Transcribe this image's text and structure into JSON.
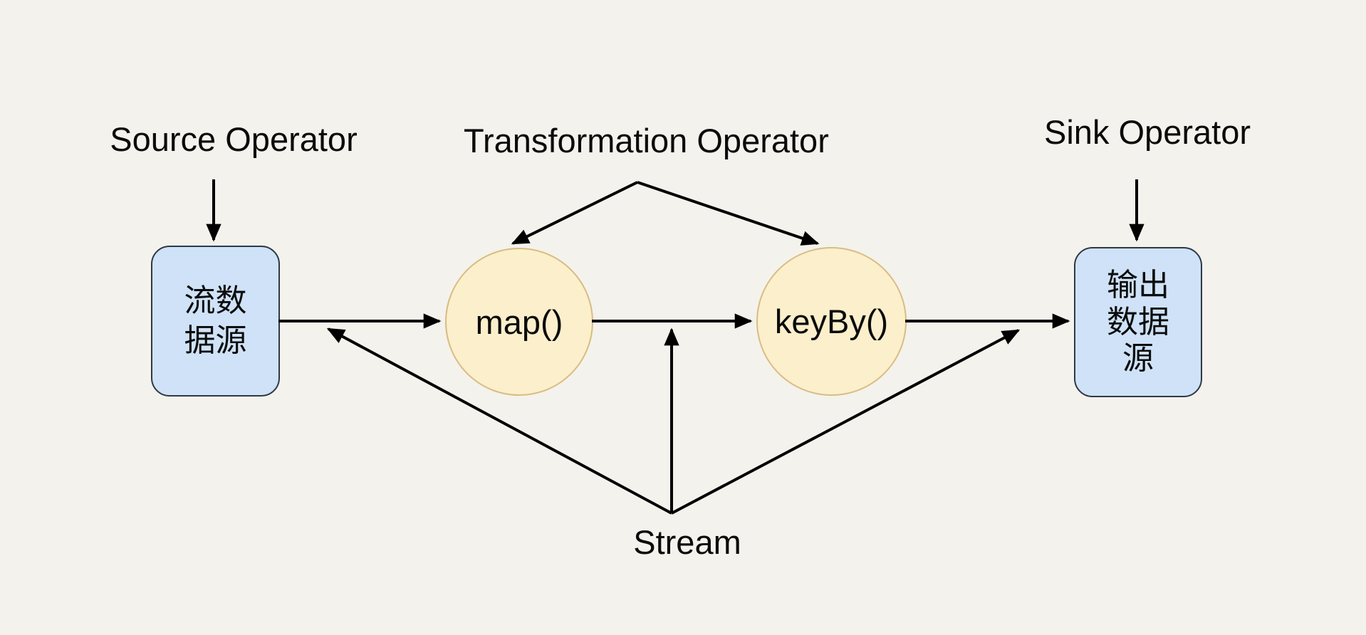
{
  "diagram": {
    "title_labels": {
      "source_operator": "Source Operator",
      "transformation_operator": "Transformation Operator",
      "sink_operator": "Sink Operator",
      "stream": "Stream"
    },
    "nodes": {
      "source_box": {
        "line1": "流数",
        "line2": "据源"
      },
      "map_circle": {
        "label": "map()"
      },
      "keyby_circle": {
        "label": "keyBy()"
      },
      "sink_box": {
        "line1": "输出",
        "line2": "数据",
        "line3": "源"
      }
    },
    "colors": {
      "background": "#f4f2ec",
      "box_fill": "#cfe2f7",
      "box_border": "#2d3947",
      "circle_fill": "#fcefcb",
      "circle_border": "#d8bd83",
      "line": "#000000",
      "text": "#0b0b0b"
    }
  }
}
